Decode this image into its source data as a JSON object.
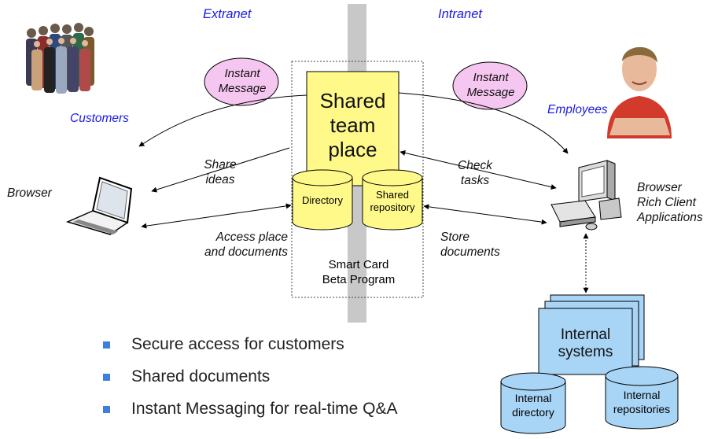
{
  "zones": {
    "extranet": "Extranet",
    "intranet": "Intranet"
  },
  "people": {
    "customers": "Customers",
    "employees": "Employees"
  },
  "messages": {
    "left": [
      "Instant",
      "Message"
    ],
    "right": [
      "Instant",
      "Message"
    ]
  },
  "team_place": {
    "lines": [
      "Shared",
      "team",
      "place"
    ]
  },
  "stores": {
    "directory": "Directory",
    "repository": [
      "Shared",
      "repository"
    ]
  },
  "program": [
    "Smart Card",
    "Beta Program"
  ],
  "flows": {
    "share_ideas": [
      "Share",
      "ideas"
    ],
    "access": [
      "Access place",
      "and documents"
    ],
    "check_tasks": [
      "Check",
      "tasks"
    ],
    "store_docs": [
      "Store",
      "documents"
    ]
  },
  "clients": {
    "browser": "Browser",
    "employee_client": [
      "Browser",
      "Rich Client",
      "Applications"
    ]
  },
  "internal": {
    "systems": [
      "Internal",
      "systems"
    ],
    "directory": [
      "Internal",
      "directory"
    ],
    "repositories": [
      "Internal",
      "repositories"
    ]
  },
  "bullets": [
    "Secure access for customers",
    "Shared documents",
    "Instant Messaging for real-time Q&A"
  ],
  "colors": {
    "zone_divider": "#c8c8c8",
    "team_place_fill": "#fff98a",
    "message_fill": "#f5c6f0",
    "internal_fill": "#a8d4f5",
    "bullet": "#3f7de0",
    "zone_text": "#1a1ae6"
  }
}
